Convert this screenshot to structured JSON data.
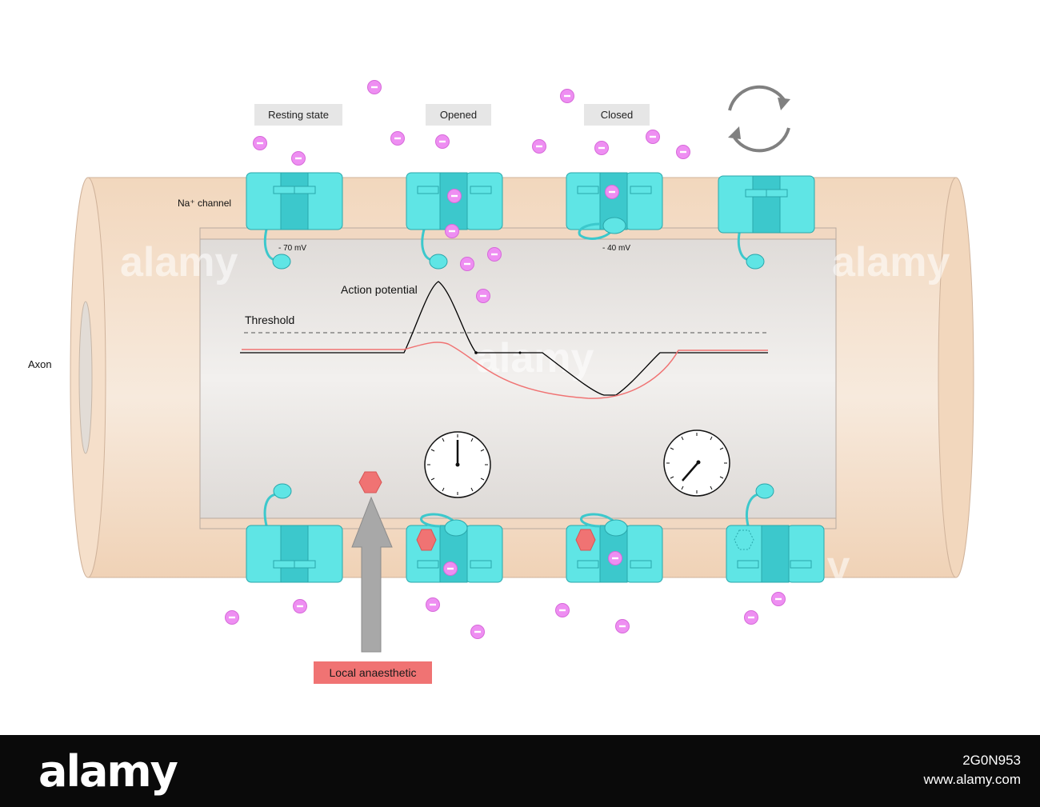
{
  "labels": {
    "resting_state": "Resting state",
    "opened": "Opened",
    "closed": "Closed",
    "na_channel": "Na⁺ channel",
    "axon": "Axon",
    "minus_70": "- 70 mV",
    "minus_40": "- 40 mV",
    "action_potential": "Action potential",
    "threshold": "Threshold",
    "local_anaesthetic": "Local anaesthetic"
  },
  "watermark": {
    "text": "alamy"
  },
  "footer": {
    "logo": "alamy",
    "image_id": "2G0N953",
    "site": "www.alamy.com"
  },
  "colors": {
    "axon": "#f3d9c0",
    "axon_interior": "#e6e2df",
    "channel": "#5fe5e5",
    "channel_dark": "#3cc8cc",
    "ion": "#ee8ef2",
    "anaesthetic": "#f07373",
    "label_box": "#e6e6e6",
    "arrow": "#a8a8a8",
    "cycle_arrow": "#808080",
    "trace_black": "#000000",
    "trace_red": "#f07373"
  },
  "icons": [
    "cycle-arrows-icon",
    "clock-icon",
    "hexagon-icon",
    "ion-icon"
  ]
}
